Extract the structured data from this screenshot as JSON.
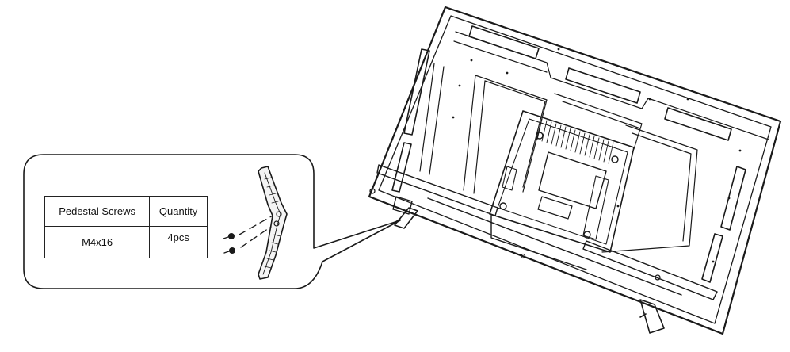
{
  "table": {
    "headers": [
      "Pedestal Screws",
      "Quantity"
    ],
    "rows": [
      {
        "screw": "M4x16",
        "quantity": "4pcs"
      }
    ]
  },
  "colors": {
    "line": "#1a1a1a",
    "background": "#ffffff"
  },
  "icons": [
    "tv-back-panel-drawing",
    "pedestal-stand-icon",
    "screw-icon"
  ]
}
